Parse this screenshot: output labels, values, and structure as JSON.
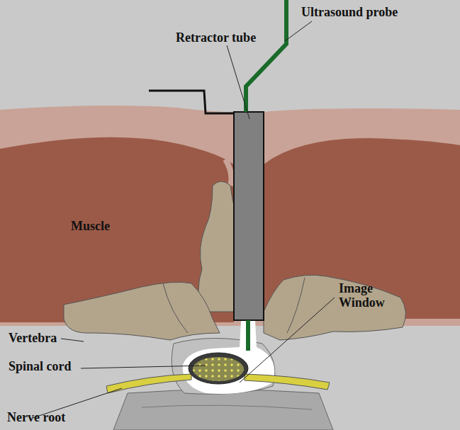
{
  "diagram": {
    "labels": [
      "Ultrasound probe",
      "Retractor tube",
      "Muscle",
      "Vertebra",
      "Spinal cord",
      "Image Window",
      "Nerve root"
    ]
  }
}
